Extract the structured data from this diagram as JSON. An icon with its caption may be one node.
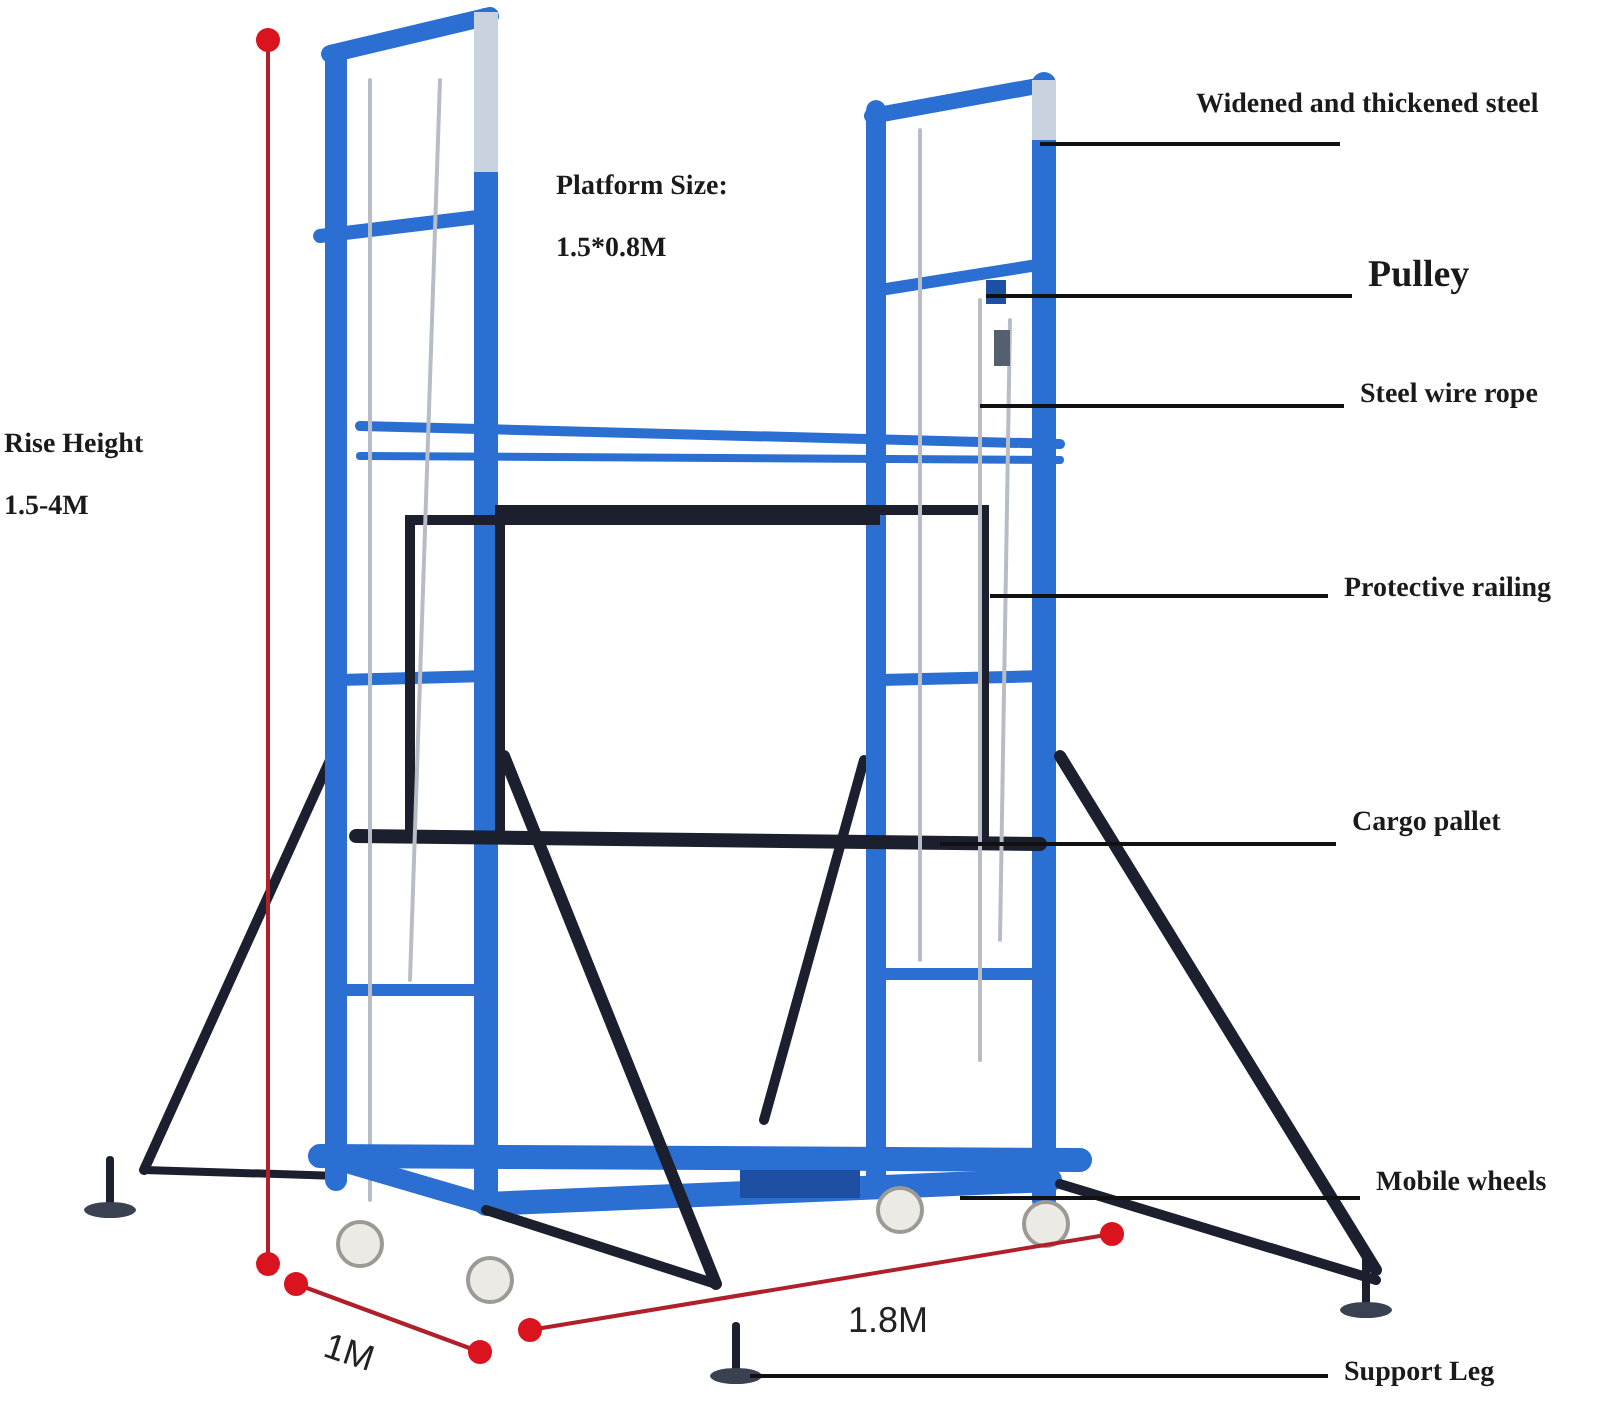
{
  "diagram": {
    "nodes": [
      {
        "text": [
          "Widened and thickened steel"
        ]
      },
      {
        "text": [
          "Pulley"
        ]
      },
      {
        "text": [
          "Steel wire rope"
        ]
      },
      {
        "text": [
          "Protective railing"
        ]
      },
      {
        "text": [
          "Cargo pallet"
        ]
      },
      {
        "text": [
          "Mobile wheels"
        ]
      },
      {
        "text": [
          "Support Leg"
        ]
      }
    ],
    "edges": [
      {
        "from": 0,
        "to": null,
        "arrow": "none"
      },
      {
        "from": 1,
        "to": null,
        "arrow": "none"
      },
      {
        "from": 2,
        "to": null,
        "arrow": "none"
      },
      {
        "from": 3,
        "to": null,
        "arrow": "none"
      },
      {
        "from": 4,
        "to": null,
        "arrow": "none"
      },
      {
        "from": 5,
        "to": null,
        "arrow": "none"
      },
      {
        "from": 6,
        "to": null,
        "arrow": "none"
      }
    ],
    "labels": [
      "Platform Size:",
      "1.5*0.8M",
      "Rise Height",
      "1.5-4M",
      "1M",
      "1.8M"
    ]
  }
}
